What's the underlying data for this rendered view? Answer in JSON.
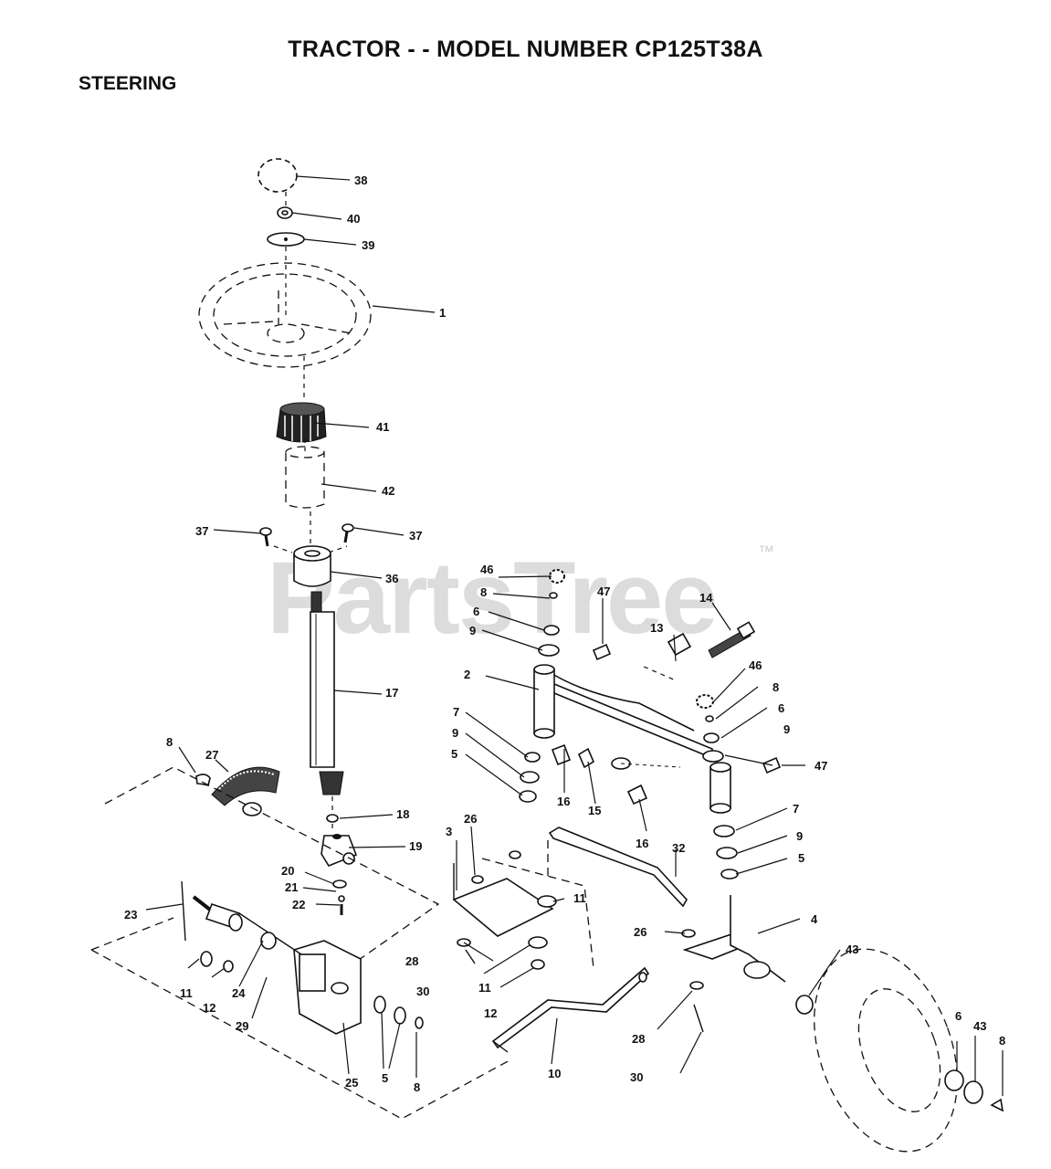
{
  "header": {
    "title": "TRACTOR - - MODEL NUMBER CP125T38A",
    "section": "STEERING"
  },
  "watermark": {
    "text": "PartsTree",
    "tm": "™"
  },
  "callouts": [
    {
      "id": "38",
      "label": "38"
    },
    {
      "id": "40",
      "label": "40"
    },
    {
      "id": "39",
      "label": "39"
    },
    {
      "id": "1",
      "label": "1"
    },
    {
      "id": "41",
      "label": "41"
    },
    {
      "id": "42",
      "label": "42"
    },
    {
      "id": "37a",
      "label": "37"
    },
    {
      "id": "37b",
      "label": "37"
    },
    {
      "id": "36",
      "label": "36"
    },
    {
      "id": "17",
      "label": "17"
    },
    {
      "id": "27",
      "label": "27"
    },
    {
      "id": "8a",
      "label": "8"
    },
    {
      "id": "18",
      "label": "18"
    },
    {
      "id": "19",
      "label": "19"
    },
    {
      "id": "20",
      "label": "20"
    },
    {
      "id": "21",
      "label": "21"
    },
    {
      "id": "22",
      "label": "22"
    },
    {
      "id": "23",
      "label": "23"
    },
    {
      "id": "11a",
      "label": "11"
    },
    {
      "id": "12a",
      "label": "12"
    },
    {
      "id": "24",
      "label": "24"
    },
    {
      "id": "29",
      "label": "29"
    },
    {
      "id": "25",
      "label": "25"
    },
    {
      "id": "5a",
      "label": "5"
    },
    {
      "id": "8b",
      "label": "8"
    },
    {
      "id": "46a",
      "label": "46"
    },
    {
      "id": "8c",
      "label": "8"
    },
    {
      "id": "6a",
      "label": "6"
    },
    {
      "id": "9a",
      "label": "9"
    },
    {
      "id": "47a",
      "label": "47"
    },
    {
      "id": "13",
      "label": "13"
    },
    {
      "id": "14",
      "label": "14"
    },
    {
      "id": "2",
      "label": "2"
    },
    {
      "id": "7a",
      "label": "7"
    },
    {
      "id": "9b",
      "label": "9"
    },
    {
      "id": "5b",
      "label": "5"
    },
    {
      "id": "16a",
      "label": "16"
    },
    {
      "id": "15",
      "label": "15"
    },
    {
      "id": "16b",
      "label": "16"
    },
    {
      "id": "46b",
      "label": "46"
    },
    {
      "id": "8d",
      "label": "8"
    },
    {
      "id": "6b",
      "label": "6"
    },
    {
      "id": "9c",
      "label": "9"
    },
    {
      "id": "47b",
      "label": "47"
    },
    {
      "id": "7b",
      "label": "7"
    },
    {
      "id": "9d",
      "label": "9"
    },
    {
      "id": "5c",
      "label": "5"
    },
    {
      "id": "3",
      "label": "3"
    },
    {
      "id": "26a",
      "label": "26"
    },
    {
      "id": "32",
      "label": "32"
    },
    {
      "id": "11b",
      "label": "11"
    },
    {
      "id": "28a",
      "label": "28"
    },
    {
      "id": "30a",
      "label": "30"
    },
    {
      "id": "11c",
      "label": "11"
    },
    {
      "id": "12b",
      "label": "12"
    },
    {
      "id": "26b",
      "label": "26"
    },
    {
      "id": "4",
      "label": "4"
    },
    {
      "id": "43a",
      "label": "43"
    },
    {
      "id": "28b",
      "label": "28"
    },
    {
      "id": "30b",
      "label": "30"
    },
    {
      "id": "10",
      "label": "10"
    },
    {
      "id": "6c",
      "label": "6"
    },
    {
      "id": "43b",
      "label": "43"
    },
    {
      "id": "8e",
      "label": "8"
    }
  ]
}
